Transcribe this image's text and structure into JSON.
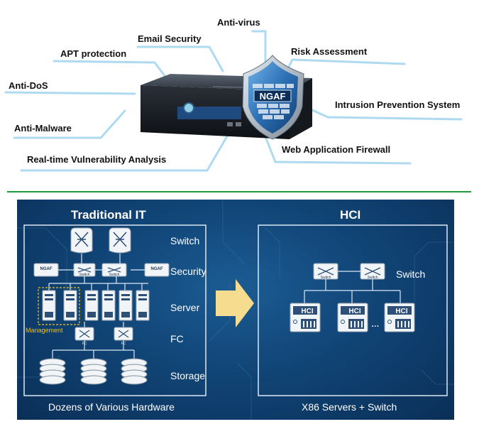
{
  "ngaf": {
    "badge": "NGAF",
    "labels": {
      "anti_virus": "Anti-virus",
      "email_security": "Email Security",
      "risk_assessment": "Risk Assessment",
      "apt_protection": "APT protection",
      "anti_dos": "Anti-DoS",
      "intrusion_prevention": "Intrusion Prevention System",
      "anti_malware": "Anti-Malware",
      "web_app_firewall": "Web Application Firewall",
      "realtime_vuln": "Real-time Vulnerability Analysis"
    },
    "colors": {
      "glow_line": "#9fd4ef",
      "shield_blue": "#2b6fb3",
      "divider": "#1f9a3a"
    }
  },
  "traditional": {
    "title": "Traditional IT",
    "rows": {
      "switch": "Switch",
      "security": "Security",
      "server": "Server",
      "fc": "FC",
      "storage": "Storage"
    },
    "device_labels": {
      "ngaf": "NGAF",
      "switch": "Switch",
      "fc": "FC"
    },
    "management": "Management",
    "footer": "Dozens of Various Hardware"
  },
  "hci": {
    "title": "HCI",
    "switch_label": "Switch",
    "device_label": "HCI",
    "switch_device_label": "Switch",
    "ellipsis": "···",
    "footer": "X86 Servers + Switch"
  }
}
